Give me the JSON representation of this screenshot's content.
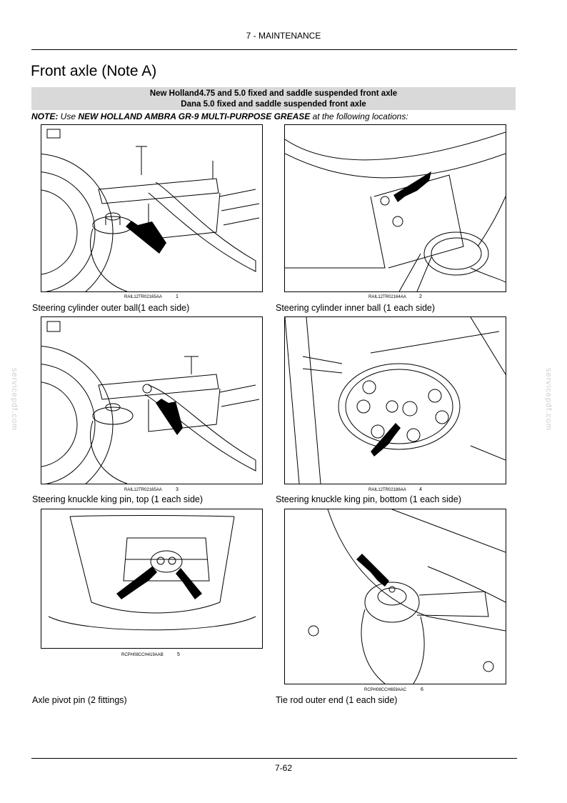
{
  "header": {
    "section": "7 - MAINTENANCE"
  },
  "title": "Front axle (Note A)",
  "band": {
    "line1": "New Holland4.75 and 5.0 fixed and saddle suspended front axle",
    "line2": "Dana 5.0 fixed and saddle suspended front axle"
  },
  "note": {
    "label": "NOTE:",
    "text_1": " Use ",
    "product": "NEW HOLLAND AMBRA GR-9 MULTI-PURPOSE GREASE",
    "text_2": " at the following locations:"
  },
  "figures": [
    {
      "ref": "RAIL12TR02165AA",
      "num": "1",
      "caption": "Steering cylinder outer ball(1 each side)"
    },
    {
      "ref": "RAIL12TR02164AA",
      "num": "2",
      "caption": "Steering cylinder inner ball (1 each side)"
    },
    {
      "ref": "RAIL12TR02165AA",
      "num": "3",
      "caption": "Steering knuckle king pin, top (1 each side)"
    },
    {
      "ref": "RAIL12TR02186AA",
      "num": "4",
      "caption": "Steering knuckle king pin, bottom (1 each side)"
    },
    {
      "ref": "RCPH08CCH419AAB",
      "num": "5",
      "caption": "Axle pivot pin (2 fittings)"
    },
    {
      "ref": "RCPH08CCH659AAC",
      "num": "6",
      "caption": "Tie rod outer end (1 each side)"
    }
  ],
  "watermark": "servicepdf.com",
  "page_number": "7-62"
}
